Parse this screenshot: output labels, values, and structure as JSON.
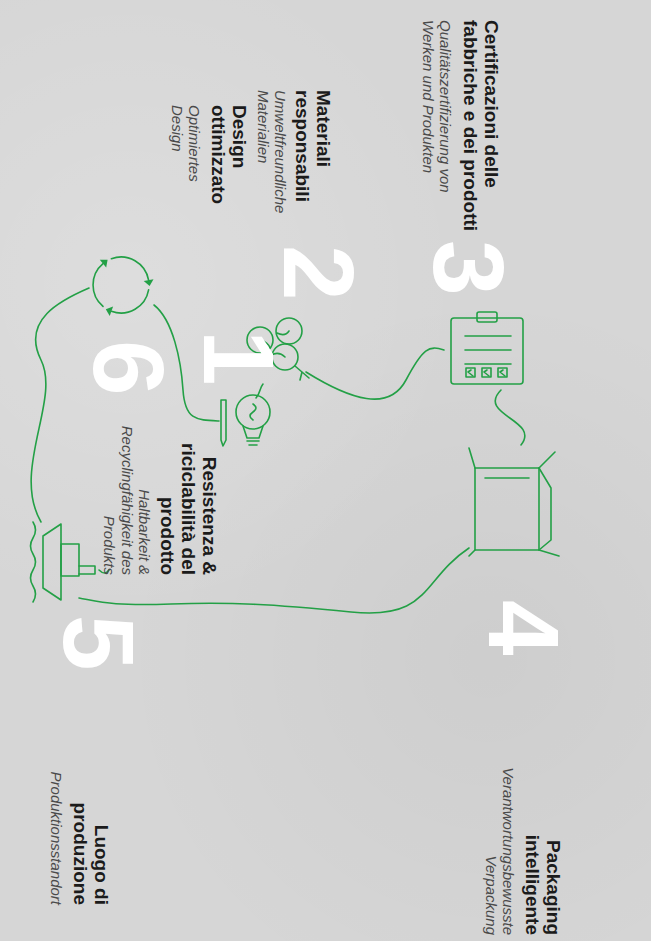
{
  "diagram": {
    "labels": [
      "1",
      "Design ottimizzato",
      "Optimiertes Design",
      "2",
      "Materiali responsabili",
      "Umweltfreundliche Materialien",
      "3",
      "Certificazioni delle fabbriche e dei prodotti",
      "Qualitätszertifizierung von Werken und Produkten",
      "4",
      "Packaging intelligente",
      "Verantwortungsbewusste Verpackung",
      "5",
      "Luogo di produzione",
      "Produktionsstandort",
      "6",
      "Resistenza & riciclabilità del prodotto",
      "Haltbarkeit & Recyclingfähigkeit des Produkts"
    ]
  }
}
